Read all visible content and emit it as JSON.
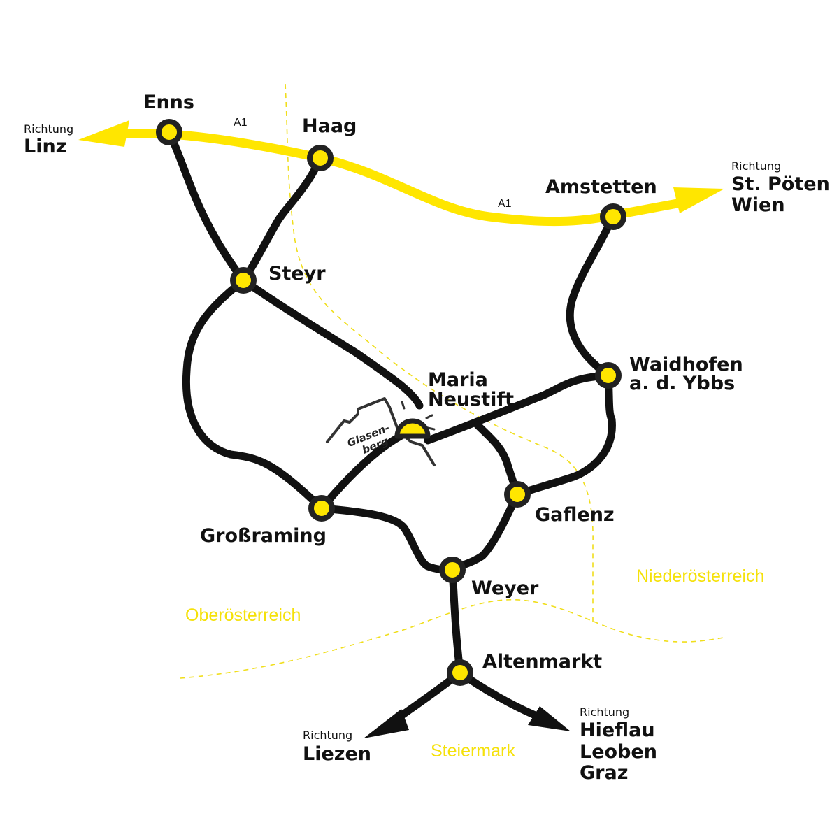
{
  "colors": {
    "road": "#111111",
    "highway": "#ffe600",
    "border": "#f0de1c",
    "region_text": "#f5e10a",
    "node_fill": "#ffe600",
    "node_stroke": "#222222"
  },
  "highway": {
    "label_1": "A1",
    "label_2": "A1"
  },
  "towns": {
    "enns": "Enns",
    "haag": "Haag",
    "amstetten": "Amstetten",
    "steyr": "Steyr",
    "maria_neustift_1": "Maria",
    "maria_neustift_2": "Neustift",
    "waidhofen_1": "Waidhofen",
    "waidhofen_2": "a. d. Ybbs",
    "grossraming": "Großraming",
    "gaflenz": "Gaflenz",
    "weyer": "Weyer",
    "altenmarkt": "Altenmarkt"
  },
  "directions": {
    "linz": {
      "prefix": "Richtung",
      "lines": [
        "Linz"
      ]
    },
    "stpoelten": {
      "prefix": "Richtung",
      "lines": [
        "St. Pöten",
        "Wien"
      ]
    },
    "liezen": {
      "prefix": "Richtung",
      "lines": [
        "Liezen"
      ]
    },
    "hieflau": {
      "prefix": "Richtung",
      "lines": [
        "Hieflau",
        "Leoben",
        "Graz"
      ]
    }
  },
  "regions": {
    "oberoesterreich": "Oberösterreich",
    "niederoesterreich": "Niederösterreich",
    "steiermark": "Steiermark"
  },
  "landmark": {
    "line_1": "Glasen-",
    "line_2": "berg"
  },
  "icons": {
    "node": "location-dot-icon",
    "mountain": "mountain-icon",
    "arrow": "direction-arrow-icon"
  }
}
